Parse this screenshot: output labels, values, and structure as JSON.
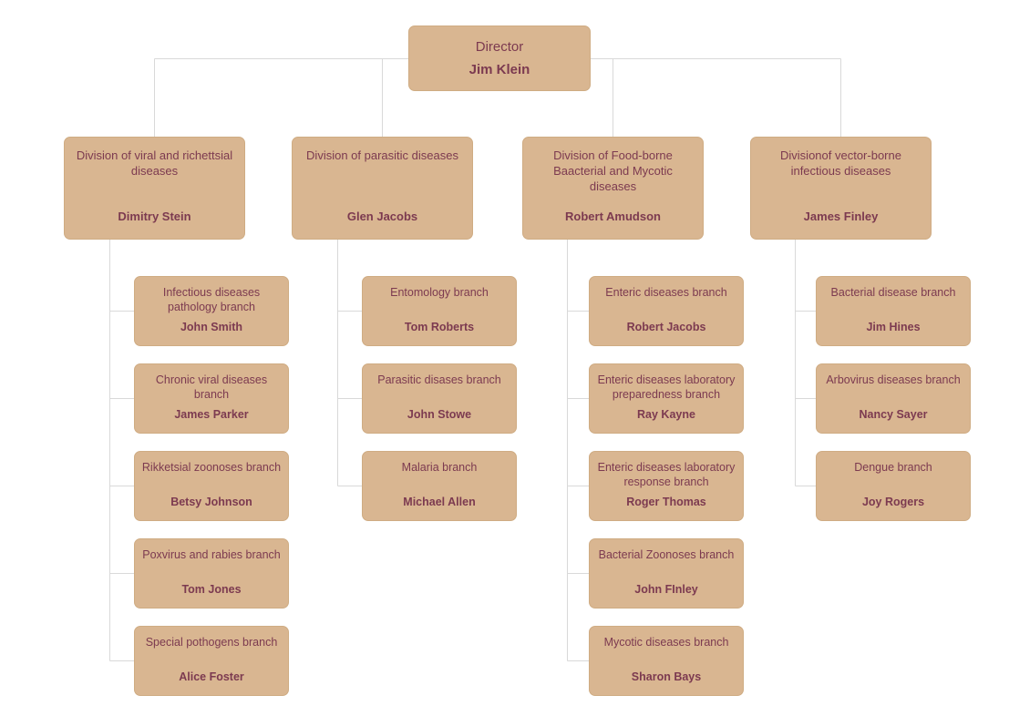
{
  "chart": {
    "type": "org-chart",
    "director": {
      "title": "Director",
      "name": "Jim Klein"
    },
    "divisions": [
      {
        "title": "Division of viral and richettsial diseases",
        "name": "Dimitry Stein",
        "branches": [
          {
            "title": "Infectious diseases pathology branch",
            "name": "John Smith"
          },
          {
            "title": "Chronic viral diseases branch",
            "name": "James Parker"
          },
          {
            "title": "Rikketsial zoonoses branch",
            "name": "Betsy Johnson"
          },
          {
            "title": "Poxvirus and rabies branch",
            "name": "Tom Jones"
          },
          {
            "title": "Special pothogens branch",
            "name": "Alice Foster"
          }
        ]
      },
      {
        "title": "Division of parasitic diseases",
        "name": "Glen Jacobs",
        "branches": [
          {
            "title": "Entomology branch",
            "name": "Tom Roberts"
          },
          {
            "title": "Parasitic disases branch",
            "name": "John Stowe"
          },
          {
            "title": "Malaria branch",
            "name": "Michael Allen"
          }
        ]
      },
      {
        "title": "Division of Food-borne Baacterial and Mycotic diseases",
        "name": "Robert Amudson",
        "branches": [
          {
            "title": "Enteric diseases branch",
            "name": "Robert Jacobs"
          },
          {
            "title": "Enteric diseases laboratory preparedness branch",
            "name": "Ray Kayne"
          },
          {
            "title": "Enteric diseases laboratory response branch",
            "name": "Roger Thomas"
          },
          {
            "title": "Bacterial Zoonoses branch",
            "name": "John FInley"
          },
          {
            "title": "Mycotic diseases branch",
            "name": "Sharon Bays"
          }
        ]
      },
      {
        "title": "Divisionof vector-borne infectious diseases",
        "name": "James Finley",
        "branches": [
          {
            "title": "Bacterial disease branch",
            "name": "Jim Hines"
          },
          {
            "title": "Arbovirus diseases branch",
            "name": "Nancy Sayer"
          },
          {
            "title": "Dengue branch",
            "name": "Joy Rogers"
          }
        ]
      }
    ],
    "colors": {
      "node_fill": "#d9b691",
      "node_border": "#cfac83",
      "text": "#7c3a50",
      "line": "#d9d9d9"
    }
  }
}
